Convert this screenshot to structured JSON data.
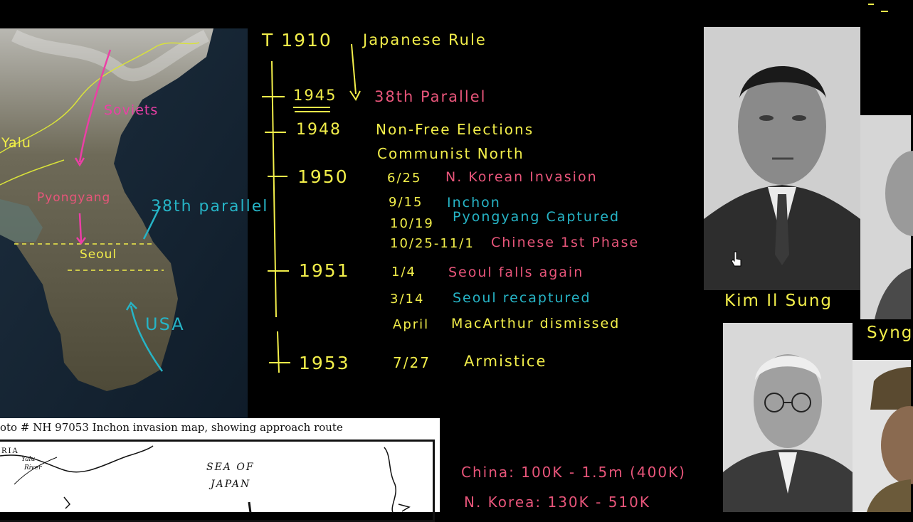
{
  "map": {
    "labels": {
      "soviets": "Soviets",
      "yalu": "Yalu",
      "pyongyang": "Pyongyang",
      "parallel": "38th parallel",
      "seoul": "Seoul",
      "usa": "USA"
    }
  },
  "timeline": {
    "top_year": "T 1910",
    "top_label": "Japanese Rule",
    "entries": [
      {
        "year": "1945",
        "events": [
          {
            "text": "38th Parallel",
            "color": "#e8557a"
          }
        ]
      },
      {
        "year": "1948",
        "events": [
          {
            "text": "Non-Free Elections",
            "color": "#f2ee4a"
          },
          {
            "text": "Communist North",
            "color": "#f2ee4a"
          }
        ]
      },
      {
        "year": "1950",
        "events": [
          {
            "date": "6/25",
            "text": "N. Korean Invasion",
            "color": "#e8557a"
          },
          {
            "date": "9/15",
            "text": "Inchon",
            "color": "#26b4c6"
          },
          {
            "date": "10/19",
            "text": "Pyongyang Captured",
            "color": "#26b4c6"
          },
          {
            "date": "10/25-11/1",
            "text": "Chinese 1st Phase",
            "color": "#e8557a"
          }
        ]
      },
      {
        "year": "1951",
        "events": [
          {
            "date": "1/4",
            "text": "Seoul falls again",
            "color": "#e8557a"
          },
          {
            "date": "3/14",
            "text": "Seoul recaptured",
            "color": "#26b4c6"
          },
          {
            "date": "April",
            "text": "MacArthur dismissed",
            "color": "#f2ee4a"
          }
        ]
      },
      {
        "year": "1953",
        "events": [
          {
            "date": "7/27",
            "text": "Armistice",
            "color": "#f2ee4a"
          }
        ]
      }
    ]
  },
  "casualties": {
    "china": "China: 100K - 1.5m (400K)",
    "nkorea": "N. Korea: 130K - 510K"
  },
  "photos": {
    "kim_caption": "Kim Il Sung",
    "syngman_caption": "Syng"
  },
  "doc": {
    "caption": "oto #  NH 97053   Inchon invasion map, showing approach route",
    "sea_line1": "SEA  OF",
    "sea_line2": "JAPAN",
    "ria": "RIA",
    "yalu": "Yalu",
    "river": "River"
  }
}
